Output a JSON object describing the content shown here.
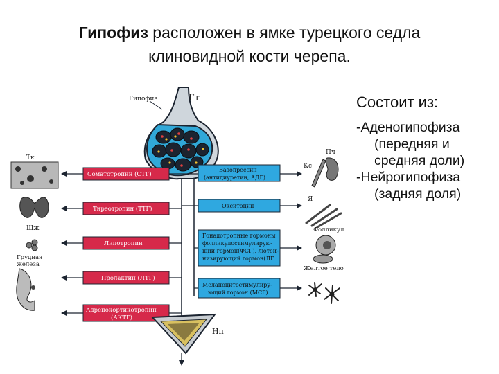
{
  "title": {
    "bold": "Гипофиз",
    "line1_rest": " расположен в ямке турецкого седла",
    "line2": "клиновидной кости черепа."
  },
  "sidebar": {
    "heading": "Состоит из:",
    "items": [
      "-Аденогипофиза (передняя и средняя доли)",
      "-Нейрогипофиза (задняя доля)"
    ]
  },
  "figure": {
    "labels": {
      "gipofiz": "Гипофиз",
      "gt": "Гт",
      "np": "Нп",
      "tk": "Тк",
      "shch": "Щж",
      "grudnaya": "Грудная",
      "zheleza": "железа",
      "pch": "Пч",
      "ks": "Кс",
      "ya": "Я",
      "follikul": "Фолликул",
      "zheltoe": "Желтое тело"
    },
    "left_boxes": [
      "Соматотропин (СТГ)",
      "Тиреотропин (ТТГ)",
      "Липотропин",
      "Пролактин (ЛТГ)",
      "Адренокортикотропин",
      "(АКТГ)"
    ],
    "right_boxes": [
      "Вазопрессин",
      "(антидиуретин, АДГ)",
      "Окситоцин",
      "Гонадотропные гормоны",
      "фолликулостимулирую-",
      "щий гормон(ФСГ), лютеи-",
      "низирующий гормон(ЛГ",
      "Меланоцитостимулиру-",
      "ющий гормон (МСГ)"
    ]
  },
  "colors": {
    "red_box": "#d6294a",
    "blue_box": "#2fa8e0",
    "gland_dark": "#1c2430",
    "blue_fill": "#31a8d8"
  }
}
